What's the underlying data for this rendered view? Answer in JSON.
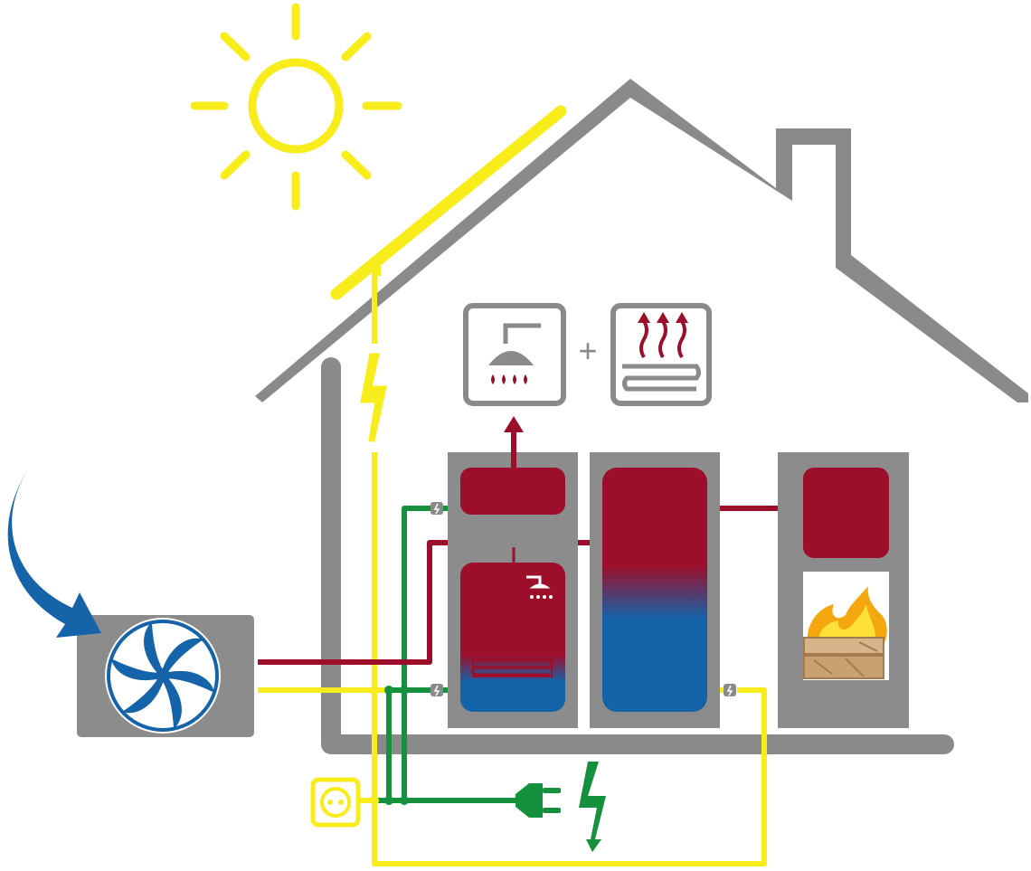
{
  "diagram": {
    "type": "home-energy-system",
    "components": {
      "sun": "sun-icon",
      "solar_panel": "solar-panel",
      "air_source": "wind-arrow-icon",
      "heat_pump": "fan-icon",
      "tank_1": "hot-water-storage-tank",
      "tank_2": "buffer-storage-tank",
      "stove": "wood-stove",
      "output_1": "shower-icon",
      "output_2": "radiant-heating-icon",
      "socket": "power-socket-icon",
      "plug": "power-plug-icon",
      "lightning": "lightning-icon"
    },
    "plus_sign": "+"
  },
  "colors": {
    "house_gray": "#8a8a8a",
    "solar_yellow": "#f8ec1a",
    "heat_red": "#9d0e2b",
    "cold_blue": "#1563a8",
    "electric_green": "#15913e",
    "fire_orange": "#f5a70f",
    "fire_yellow": "#fde13a",
    "wood_tan": "#d7b48a",
    "unit_gray": "#8c8c8c"
  }
}
